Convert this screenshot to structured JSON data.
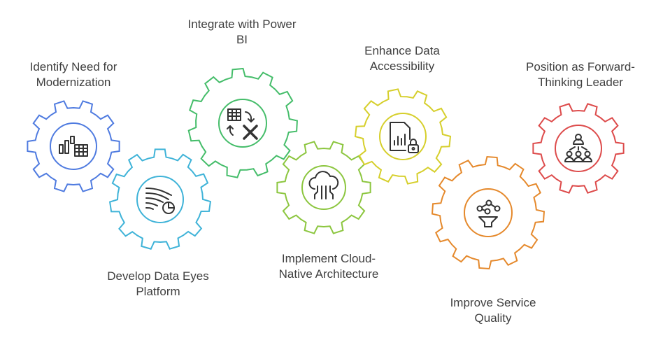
{
  "gears": [
    {
      "id": "identify",
      "color": "#4f7be0",
      "icon": "bar-chart-table-icon",
      "label_lines": [
        "Identify Need for",
        "Modernization"
      ]
    },
    {
      "id": "develop",
      "color": "#3fb3d8",
      "icon": "flow-pie-chart-icon",
      "label_lines": [
        "Develop Data Eyes",
        "Platform"
      ]
    },
    {
      "id": "integrate",
      "color": "#45bd6a",
      "icon": "table-excel-swap-icon",
      "label_lines": [
        "Integrate with Power",
        "BI"
      ]
    },
    {
      "id": "implement",
      "color": "#8cc63f",
      "icon": "cloud-circuit-icon",
      "label_lines": [
        "Implement Cloud-",
        "Native Architecture"
      ]
    },
    {
      "id": "enhance",
      "color": "#d6cf2c",
      "icon": "locked-document-chart-icon",
      "label_lines": [
        "Enhance Data",
        "Accessibility"
      ]
    },
    {
      "id": "improve",
      "color": "#e5892c",
      "icon": "funnel-network-icon",
      "label_lines": [
        "Improve Service",
        "Quality"
      ]
    },
    {
      "id": "position",
      "color": "#dd4b4b",
      "icon": "leader-team-icon",
      "label_lines": [
        "Position as Forward-",
        "Thinking Leader"
      ]
    }
  ]
}
